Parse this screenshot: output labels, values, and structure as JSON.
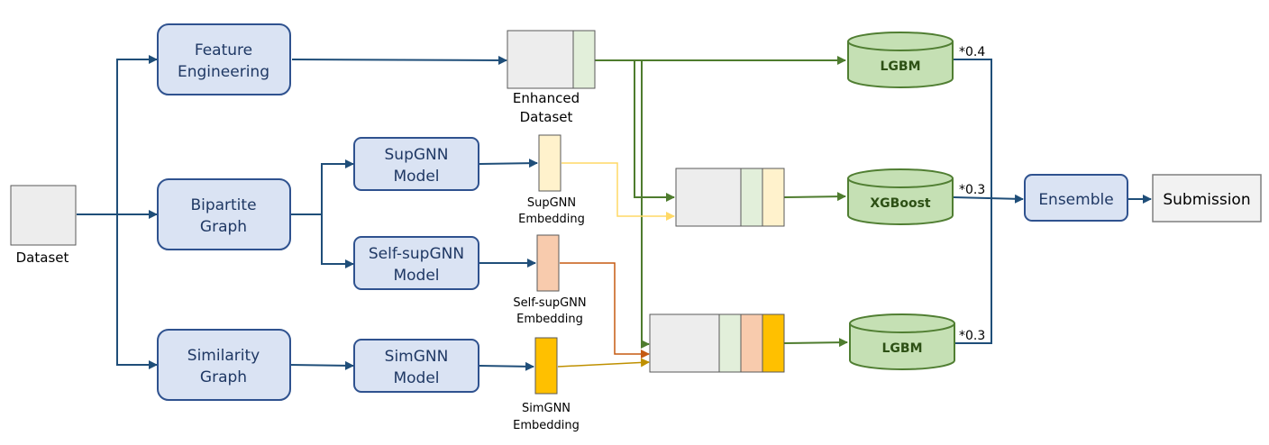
{
  "nodes": {
    "dataset": "Dataset",
    "feature_engineering": [
      "Feature",
      "Engineering"
    ],
    "bipartite_graph": [
      "Bipartite",
      "Graph"
    ],
    "similarity_graph": [
      "Similarity",
      "Graph"
    ],
    "supgnn_model": [
      "SupGNN",
      "Model"
    ],
    "selfsupgnn_model": [
      "Self-supGNN",
      "Model"
    ],
    "simgnn_model": [
      "SimGNN",
      "Model"
    ],
    "enhanced_dataset": [
      "Enhanced",
      "Dataset"
    ],
    "supgnn_embedding": [
      "SupGNN",
      "Embedding"
    ],
    "selfsupgnn_embedding": [
      "Self-supGNN",
      "Embedding"
    ],
    "simgnn_embedding": [
      "SimGNN",
      "Embedding"
    ],
    "lgbm_top": "LGBM",
    "xgboost": "XGBoost",
    "lgbm_bottom": "LGBM",
    "ensemble": "Ensemble",
    "submission": "Submission"
  },
  "weights": {
    "lgbm_top": "*0.4",
    "xgboost": "*0.3",
    "lgbm_bottom": "*0.3"
  },
  "colors": {
    "base": "#ededed",
    "feature": "#e2efda",
    "supgnn": "#fff2cc",
    "selfsupgnn": "#f8cbad",
    "simgnn": "#ffc000",
    "node_fill": "#dae3f3",
    "node_stroke": "#2f528f",
    "model_fill": "#c5e0b4"
  }
}
